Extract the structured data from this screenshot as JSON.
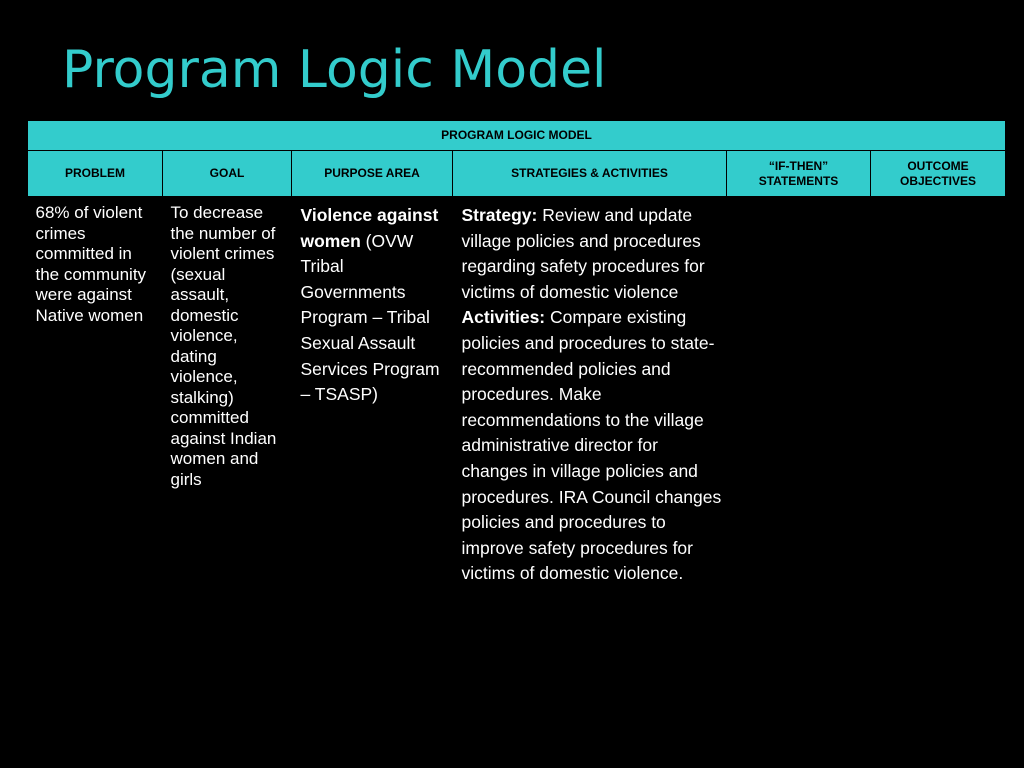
{
  "slide": {
    "title": "Program Logic Model"
  },
  "table": {
    "banner": "PROGRAM LOGIC MODEL",
    "headers": {
      "problem": "PROBLEM",
      "goal": "GOAL",
      "purpose_area": "PURPOSE AREA",
      "strategies_activities": "STRATEGIES & ACTIVITIES",
      "if_then": "“IF-THEN” STATEMENTS",
      "outcome_objectives": "OUTCOME OBJECTIVES"
    },
    "row": {
      "problem": "68% of violent crimes committed in the community were against Native women",
      "goal": "To decrease the number of violent crimes (sexual assault, domestic violence, dating violence, stalking) committed against Indian women and girls",
      "purpose_area_bold": "Violence against women",
      "purpose_area_text": " (OVW Tribal Governments Program – Tribal Sexual Assault Services Program – TSASP)",
      "strategy_label": "Strategy:",
      "strategy_text": " Review and update village policies and procedures regarding safety procedures for victims of domestic violence",
      "activities_label": "Activities:",
      "activities_text": " Compare existing policies and procedures to state-recommended policies and procedures.  Make recommendations to the village administrative director for changes in village policies and procedures.  IRA Council changes policies and procedures to improve safety procedures for victims of domestic violence.",
      "if_then": "",
      "outcome_objectives": ""
    }
  },
  "colors": {
    "background": "#000000",
    "accent": "#33CCCC",
    "text": "#FFFFFF",
    "header_text": "#000000"
  }
}
